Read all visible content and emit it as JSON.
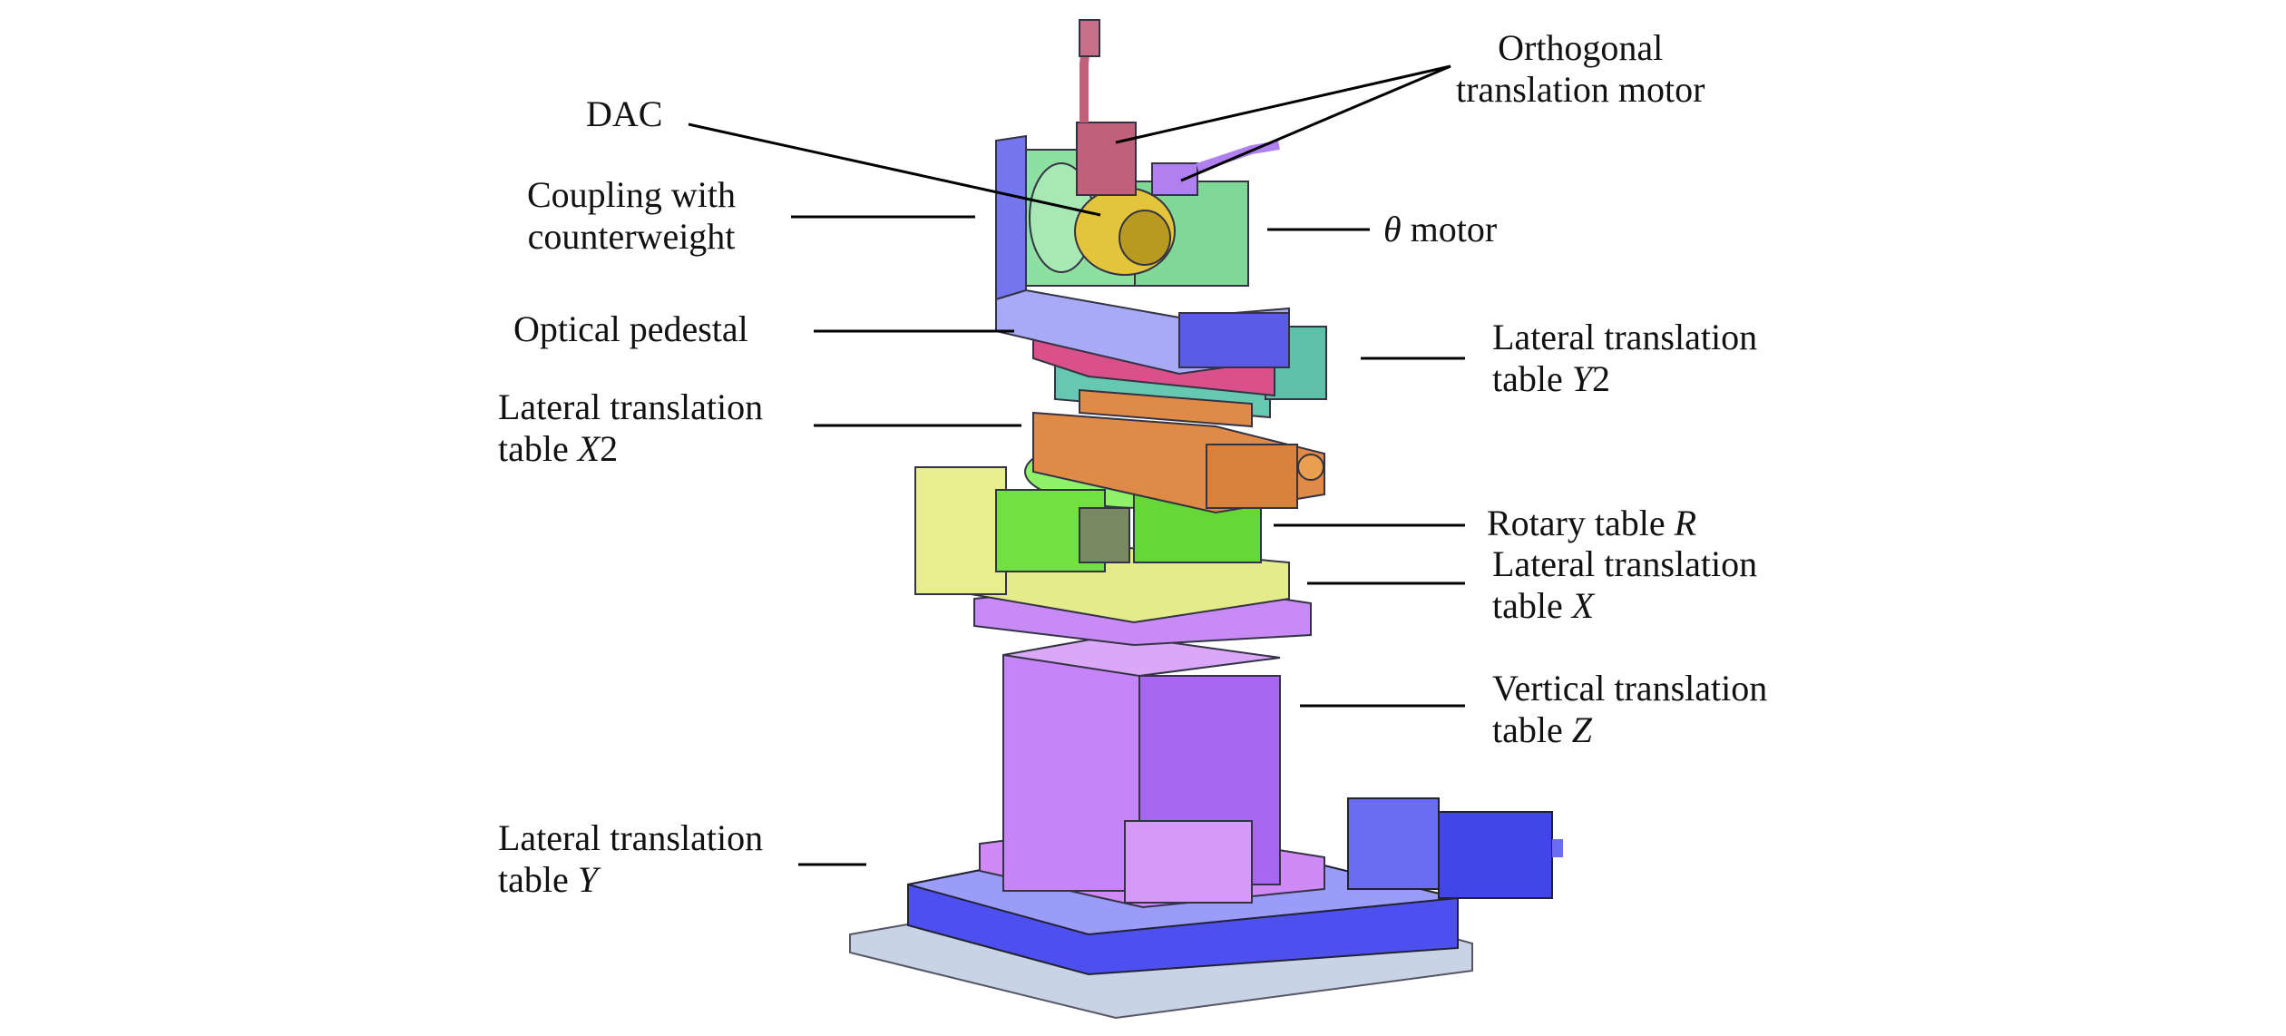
{
  "labels": {
    "orthogonal_line1": "Orthogonal",
    "orthogonal_line2": "translation motor",
    "dac": "DAC",
    "coupling_line1": "Coupling with",
    "coupling_line2": "counterweight",
    "theta_symbol": "θ",
    "theta_rest": " motor",
    "optical_pedestal": "Optical pedestal",
    "y2_line1": "Lateral translation",
    "y2_line2_prefix": "table ",
    "y2_var": "Y",
    "y2_suffix": "2",
    "x2_line1": "Lateral translation",
    "x2_line2_prefix": "table ",
    "x2_var": "X",
    "x2_suffix": "2",
    "r_prefix": "Rotary table ",
    "r_var": "R",
    "x_line1": "Lateral translation",
    "x_line2_prefix": "table ",
    "x_var": "X",
    "z_line1": "Vertical translation",
    "z_line2_prefix": "table ",
    "z_var": "Z",
    "y_line1": "Lateral translation",
    "y_line2_prefix": "table ",
    "y_var": "Y"
  },
  "colors": {
    "base_plate": "#c9d3e6",
    "y_table": "#5a5cf0",
    "z_table": "#c07ef5",
    "x_table": "#e4ec8a",
    "rotary": "#6ee03c",
    "x2_table": "#e08a48",
    "y2_table": "#66c8b0",
    "pedestal": "#d9508a",
    "bracket": "#8080f0",
    "theta_motor": "#7fdc9a",
    "coupling": "#e3c43a",
    "orth_motor": "#c0607a"
  }
}
